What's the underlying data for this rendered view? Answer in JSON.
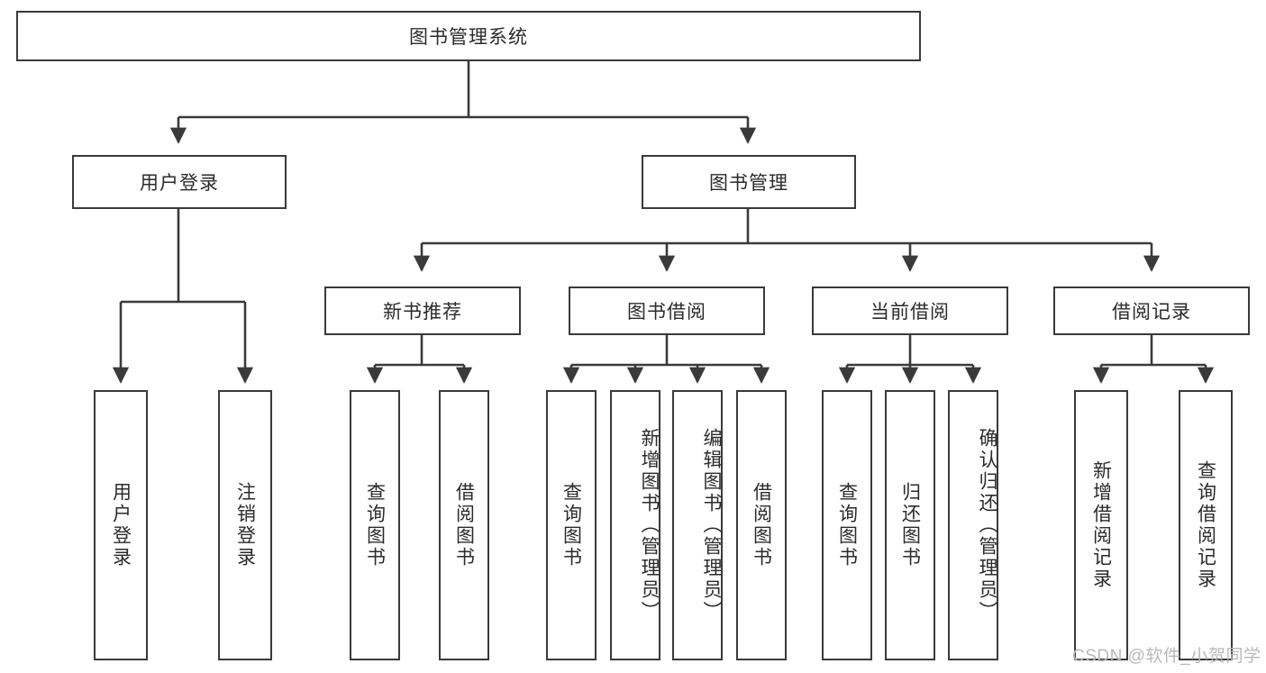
{
  "diagram": {
    "type": "tree-hierarchy-chart",
    "title": "图书管理系统",
    "orientation": "top-down",
    "line_color": "#3a3a3a",
    "box_fill": "#ffffff",
    "text_color": "#2b2b2b",
    "watermark": "CSDN @软件_小贺同学",
    "levels": {
      "root": "图书管理系统",
      "level2": [
        "用户登录",
        "图书管理"
      ],
      "level3": [
        "新书推荐",
        "图书借阅",
        "当前借阅",
        "借阅记录"
      ],
      "level4_groups": [
        {
          "parent": "用户登录",
          "children": [
            "用户登录",
            "注销登录"
          ]
        },
        {
          "parent": "新书推荐",
          "children": [
            "查询图书",
            "借阅图书"
          ]
        },
        {
          "parent": "图书借阅",
          "children": [
            "查询图书",
            "新增图书（管理员）",
            "编辑图书（管理员）",
            "借阅图书"
          ]
        },
        {
          "parent": "当前借阅",
          "children": [
            "查询图书",
            "归还图书",
            "确认归还（管理员）"
          ]
        },
        {
          "parent": "借阅记录",
          "children": [
            "新增借阅记录",
            "查询借阅记录"
          ]
        }
      ]
    },
    "nodes": {
      "root": {
        "label": "图书管理系统"
      },
      "user_login": {
        "label": "用户登录"
      },
      "book_manage": {
        "label": "图书管理"
      },
      "new_book_rec": {
        "label": "新书推荐"
      },
      "book_borrow": {
        "label": "图书借阅"
      },
      "current_borrow": {
        "label": "当前借阅"
      },
      "borrow_record": {
        "label": "借阅记录"
      },
      "leaf_user_login": {
        "label": "用户登录"
      },
      "leaf_logout": {
        "label": "注销登录"
      },
      "leaf_query_book_1": {
        "label": "查询图书"
      },
      "leaf_borrow_book_1": {
        "label": "借阅图书"
      },
      "leaf_query_book_2": {
        "label": "查询图书"
      },
      "leaf_add_book": {
        "label": "新增图书（管理员）"
      },
      "leaf_edit_book": {
        "label": "编辑图书（管理员）"
      },
      "leaf_borrow_book_2": {
        "label": "借阅图书"
      },
      "leaf_query_book_3": {
        "label": "查询图书"
      },
      "leaf_return_book": {
        "label": "归还图书"
      },
      "leaf_confirm_return": {
        "label": "确认归还（管理员）"
      },
      "leaf_add_record": {
        "label": "新增借阅记录"
      },
      "leaf_query_record": {
        "label": "查询借阅记录"
      }
    }
  }
}
